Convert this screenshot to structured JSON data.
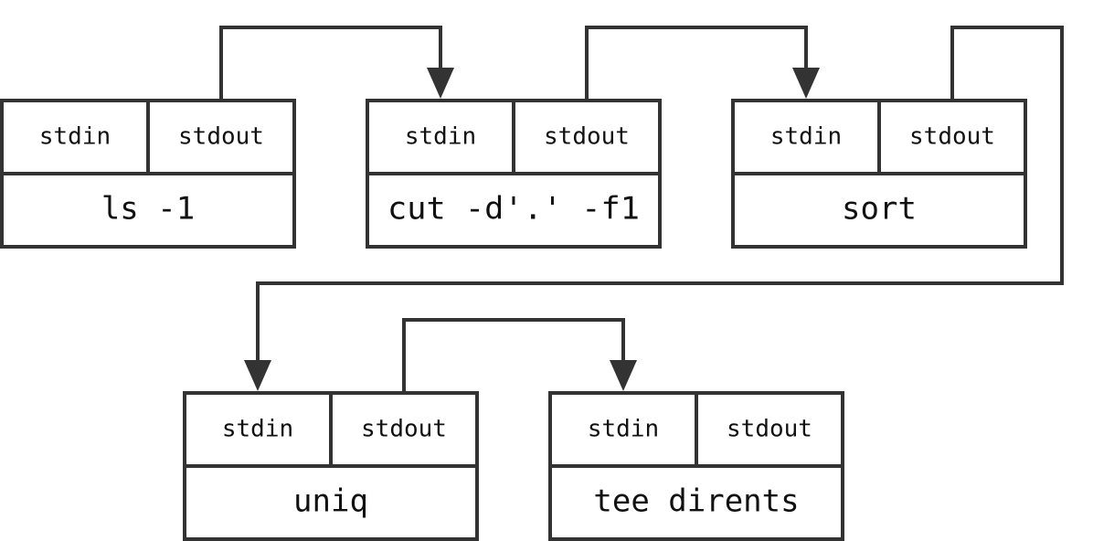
{
  "colors": {
    "stroke": "#333333",
    "text": "#111111",
    "background": "#ffffff"
  },
  "processes": [
    {
      "command": "ls -1",
      "ports": {
        "in": "stdin",
        "out": "stdout"
      }
    },
    {
      "command": "cut -d'.' -f1",
      "ports": {
        "in": "stdin",
        "out": "stdout"
      }
    },
    {
      "command": "sort",
      "ports": {
        "in": "stdin",
        "out": "stdout"
      }
    },
    {
      "command": "uniq",
      "ports": {
        "in": "stdin",
        "out": "stdout"
      }
    },
    {
      "command": "tee dirents",
      "ports": {
        "in": "stdin",
        "out": "stdout"
      }
    }
  ],
  "pipes": [
    {
      "from": 0,
      "to": 1
    },
    {
      "from": 1,
      "to": 2
    },
    {
      "from": 2,
      "to": 3
    },
    {
      "from": 3,
      "to": 4
    }
  ]
}
